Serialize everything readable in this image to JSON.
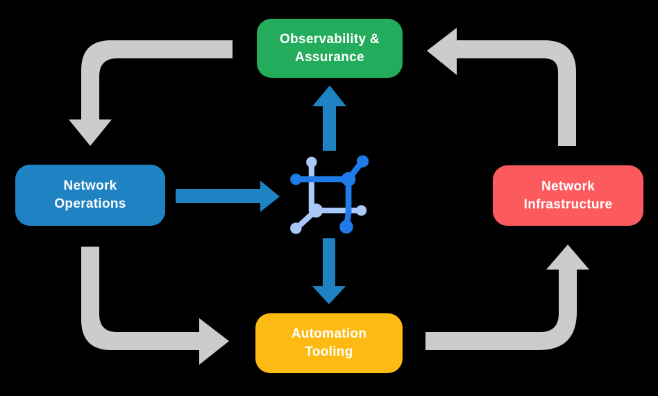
{
  "canvas": {
    "background_color": "#000000"
  },
  "nodes": [
    {
      "id": "observability-assurance",
      "lines": [
        "Observability &",
        "Assurance"
      ],
      "color": "#23AC5C",
      "text_color": "#FFFFFF"
    },
    {
      "id": "network-operations",
      "lines": [
        "Network",
        "Operations"
      ],
      "color": "#1F82C3",
      "text_color": "#FFFFFF"
    },
    {
      "id": "network-infrastructure",
      "lines": [
        "Network",
        "Infrastructure"
      ],
      "color": "#FD5A5E",
      "text_color": "#FFFFFF"
    },
    {
      "id": "automation-tooling",
      "lines": [
        "Automation",
        "Tooling"
      ],
      "color": "#FDBA12",
      "text_color": "#FFFFFF"
    }
  ],
  "center_icon": {
    "name": "network-mesh-icon",
    "dark_color": "#1E7BE8",
    "light_color": "#A9C8F8"
  },
  "flow_arrows": {
    "color": "#CCCCCC",
    "connections": [
      "observability-assurance -> network-operations",
      "network-operations -> automation-tooling",
      "automation-tooling -> network-infrastructure",
      "network-infrastructure -> observability-assurance"
    ]
  },
  "center_arrows": {
    "color": "#1F82C3",
    "connections": [
      "network-operations -> center-icon",
      "center-icon -> observability-assurance",
      "center-icon -> automation-tooling"
    ]
  }
}
